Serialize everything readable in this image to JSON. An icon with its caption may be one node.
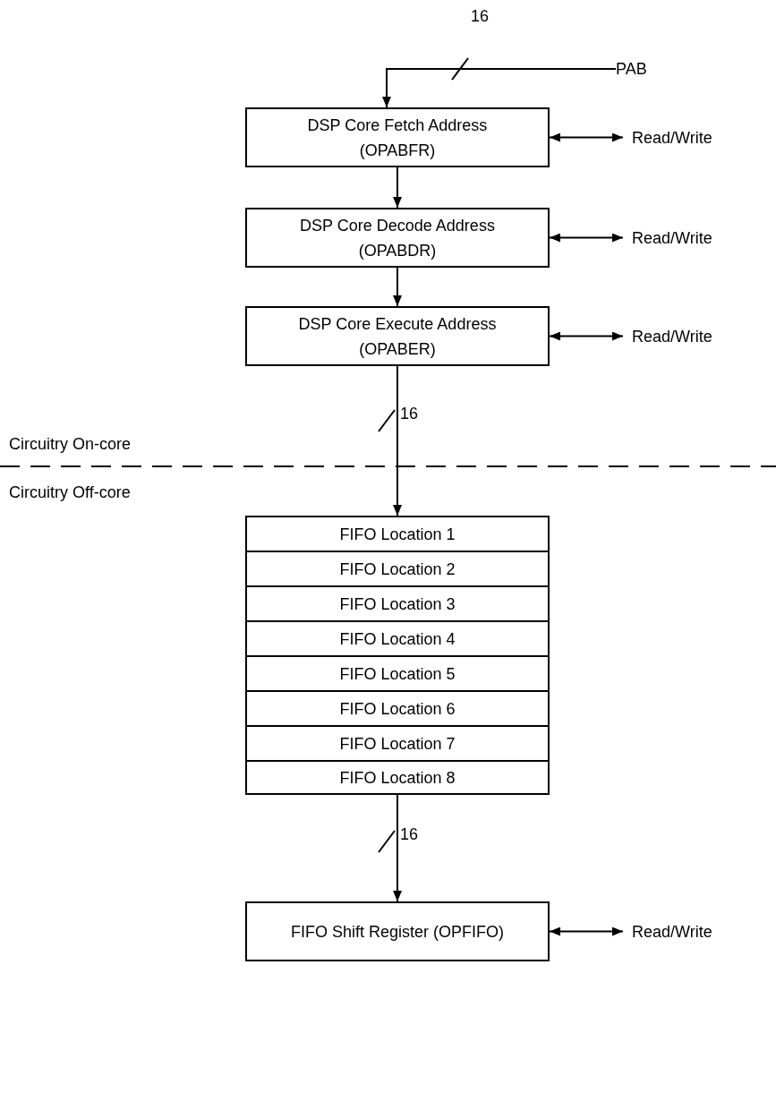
{
  "diagram": {
    "nodes": [
      {
        "text": [
          "PAB"
        ]
      },
      {
        "text": [
          "DSP Core Fetch Address (OPABFR)"
        ]
      },
      {
        "text": [
          "Read/Write"
        ]
      },
      {
        "text": [
          "DSP Core Decode Address (OPABDR)"
        ]
      },
      {
        "text": [
          "Read/Write"
        ]
      },
      {
        "text": [
          "DSP Core Execute Address (OPABER)"
        ]
      },
      {
        "text": [
          "Read/Write"
        ]
      },
      {
        "text": [],
        "shape": "box"
      },
      {
        "text": [
          "FIFO Location 1"
        ],
        "in": 7
      },
      {
        "text": [
          "FIFO Location 2"
        ],
        "in": 7
      },
      {
        "text": [
          "FIFO Location 3"
        ],
        "in": 7
      },
      {
        "text": [
          "FIFO Location 4"
        ],
        "in": 7
      },
      {
        "text": [
          "FIFO Location 5"
        ],
        "in": 7
      },
      {
        "text": [
          "FIFO Location 6"
        ],
        "in": 7
      },
      {
        "text": [
          "FIFO Location 7"
        ],
        "in": 7
      },
      {
        "text": [
          "FIFO Location 8"
        ],
        "in": 7
      },
      {
        "text": [
          "FIFO Shift Register (OPFIFO)"
        ]
      },
      {
        "text": [
          "Read/Write"
        ]
      }
    ],
    "edges": [
      {
        "from": 0,
        "to": 1,
        "arrow": "to",
        "label": "16"
      },
      {
        "from": 1,
        "to": 3,
        "arrow": "to"
      },
      {
        "from": 3,
        "to": 5,
        "arrow": "to"
      },
      {
        "from": 5,
        "to": 7,
        "arrow": "to",
        "label": "16"
      },
      {
        "from": 7,
        "to": 16,
        "arrow": "to",
        "label": "16"
      },
      {
        "from": 1,
        "to": 2,
        "arrow": "both"
      },
      {
        "from": 3,
        "to": 4,
        "arrow": "both"
      },
      {
        "from": 5,
        "to": 6,
        "arrow": "both"
      },
      {
        "from": 16,
        "to": 17,
        "arrow": "both"
      }
    ],
    "labels": [
      "Circuitry On-core",
      "Circuitry Off-core"
    ]
  }
}
